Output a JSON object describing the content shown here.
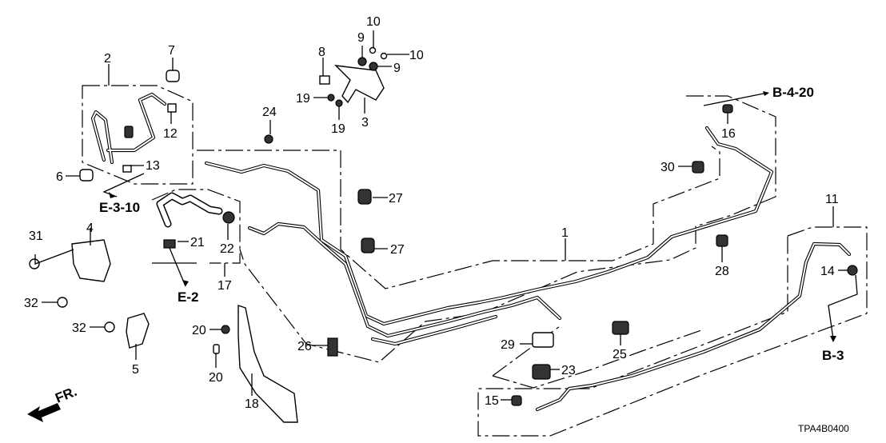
{
  "diagram": {
    "type": "exploded parts diagram",
    "subject": "Fuel / brake pipe routing assembly",
    "code": "TPA4B0400",
    "direction_indicator": "FR.",
    "callouts": [
      {
        "id": "1",
        "label": "1"
      },
      {
        "id": "2",
        "label": "2"
      },
      {
        "id": "3",
        "label": "3"
      },
      {
        "id": "4",
        "label": "4"
      },
      {
        "id": "5",
        "label": "5"
      },
      {
        "id": "6",
        "label": "6"
      },
      {
        "id": "7",
        "label": "7"
      },
      {
        "id": "8",
        "label": "8"
      },
      {
        "id": "9a",
        "label": "9"
      },
      {
        "id": "9b",
        "label": "9"
      },
      {
        "id": "10a",
        "label": "10"
      },
      {
        "id": "10b",
        "label": "10"
      },
      {
        "id": "11",
        "label": "11"
      },
      {
        "id": "12",
        "label": "12"
      },
      {
        "id": "13",
        "label": "13"
      },
      {
        "id": "14",
        "label": "14"
      },
      {
        "id": "15",
        "label": "15"
      },
      {
        "id": "16",
        "label": "16"
      },
      {
        "id": "17",
        "label": "17"
      },
      {
        "id": "18",
        "label": "18"
      },
      {
        "id": "19a",
        "label": "19"
      },
      {
        "id": "19b",
        "label": "19"
      },
      {
        "id": "20a",
        "label": "20"
      },
      {
        "id": "20b",
        "label": "20"
      },
      {
        "id": "21",
        "label": "21"
      },
      {
        "id": "22",
        "label": "22"
      },
      {
        "id": "23",
        "label": "23"
      },
      {
        "id": "24",
        "label": "24"
      },
      {
        "id": "25",
        "label": "25"
      },
      {
        "id": "26",
        "label": "26"
      },
      {
        "id": "27a",
        "label": "27"
      },
      {
        "id": "27b",
        "label": "27"
      },
      {
        "id": "28",
        "label": "28"
      },
      {
        "id": "29",
        "label": "29"
      },
      {
        "id": "30",
        "label": "30"
      },
      {
        "id": "31",
        "label": "31"
      },
      {
        "id": "32a",
        "label": "32"
      },
      {
        "id": "32b",
        "label": "32"
      }
    ],
    "references": [
      {
        "id": "E-3-10",
        "label": "E-3-10"
      },
      {
        "id": "E-2",
        "label": "E-2"
      },
      {
        "id": "B-4-20",
        "label": "B-4-20"
      },
      {
        "id": "B-3",
        "label": "B-3"
      }
    ]
  }
}
